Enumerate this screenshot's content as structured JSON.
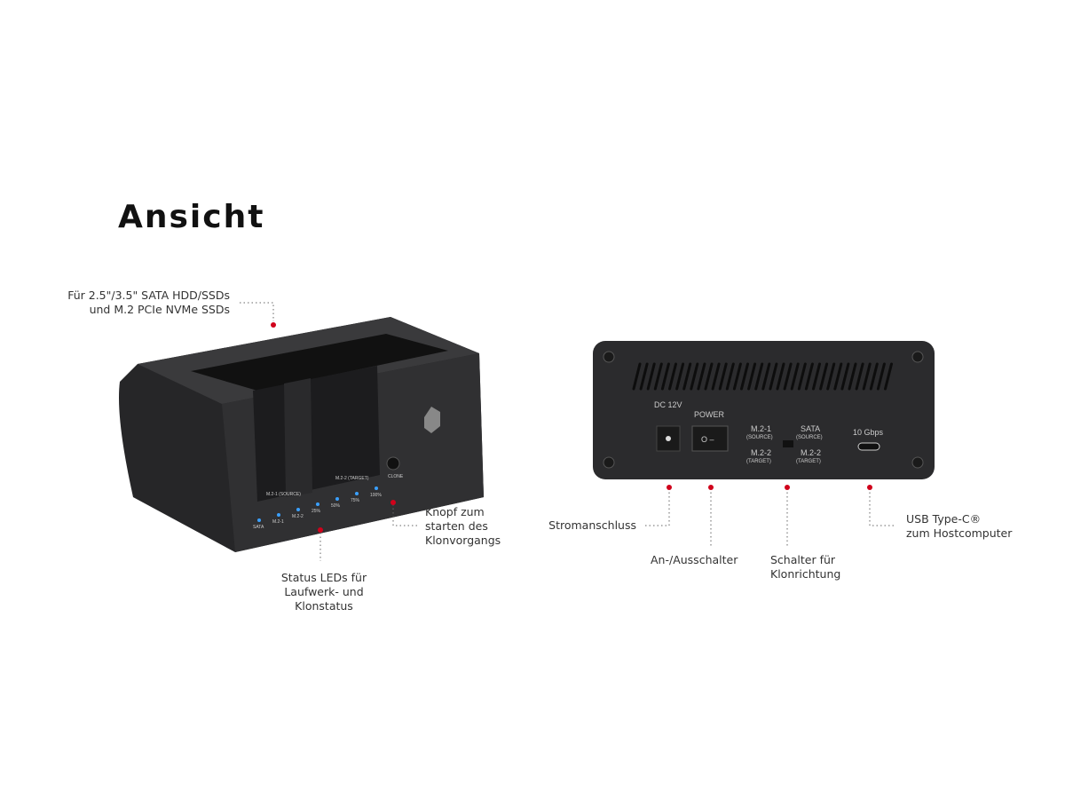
{
  "title": "Ansicht",
  "colors": {
    "accent": "#d0021b",
    "device": "#2b2b2d",
    "led": "#3aa0ff"
  },
  "front_device": {
    "slot_labels": [
      "M.2-1 (SOURCE)",
      "M.2-2 (TARGET)"
    ],
    "led_labels": [
      "SATA",
      "M.2-1",
      "M.2-2",
      "25%",
      "50%",
      "75%",
      "100%"
    ],
    "button_label": "CLONE"
  },
  "back_device": {
    "dc_label": "DC 12V",
    "power_label": "POWER",
    "switch_left": {
      "top": "M.2-1",
      "top_sub": "(SOURCE)",
      "bottom": "M.2-2",
      "bottom_sub": "(TARGET)"
    },
    "switch_right": {
      "top": "SATA",
      "top_sub": "(SOURCE)",
      "bottom": "M.2-2",
      "bottom_sub": "(TARGET)"
    },
    "usb_label": "10 Gbps"
  },
  "callouts": {
    "slots": "Für 2.5\"/3.5\" SATA HDD/SSDs\nund M.2 PCIe NVMe SSDs",
    "leds": "Status LEDs für\nLaufwerk- und Klonstatus",
    "clone_button": "Knopf zum\nstarten des\nKlonvorgangs",
    "power_port": "Stromanschluss",
    "power_switch": "An-/Ausschalter",
    "direction_switch": "Schalter für\nKlonrichtung",
    "usb": "USB Type-C®\nzum Hostcomputer"
  }
}
